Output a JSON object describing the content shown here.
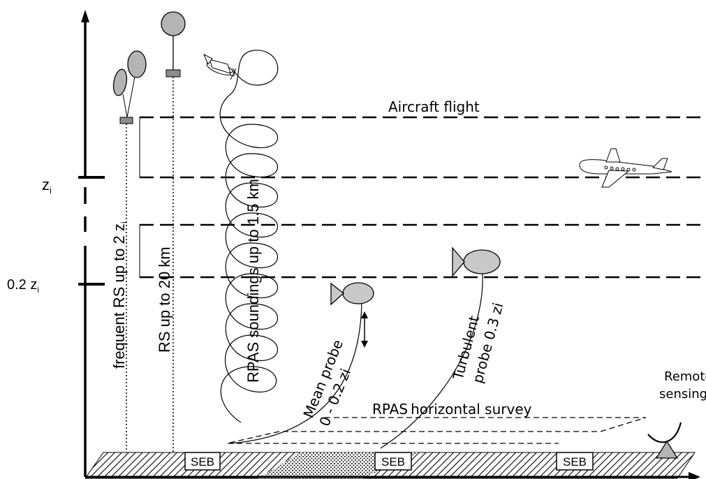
{
  "axis": {
    "zi_label": "z",
    "zi_sub": "i",
    "zi02_label": "0.2 z",
    "zi02_sub": "i"
  },
  "labels": {
    "aircraft_flight": "Aircraft flight",
    "frequent_rs_main": "frequent RS up to 2 z",
    "frequent_rs_sub": "i",
    "rs_20km": "RS up to 20 km",
    "rpas_soundings": "RPAS soundings up to 1.5 km",
    "mean_probe_line1": "Mean probe",
    "mean_probe_line2": "0 - 0.2 zi",
    "turbulent_line1": "Turbulent",
    "turbulent_line2": "probe 0.3 zi",
    "horizontal_survey_a": "RPAS",
    "horizontal_survey_b": "horizontal survey",
    "remote_sensing_line1": "Remote",
    "remote_sensing_line2": "sensing",
    "seb": "SEB"
  },
  "colors": {
    "ink": "#000000",
    "probe_fill": "#c8c8c8",
    "balloon_fill": "#b4b4b4",
    "gondola_fill": "#8c8c8c"
  }
}
